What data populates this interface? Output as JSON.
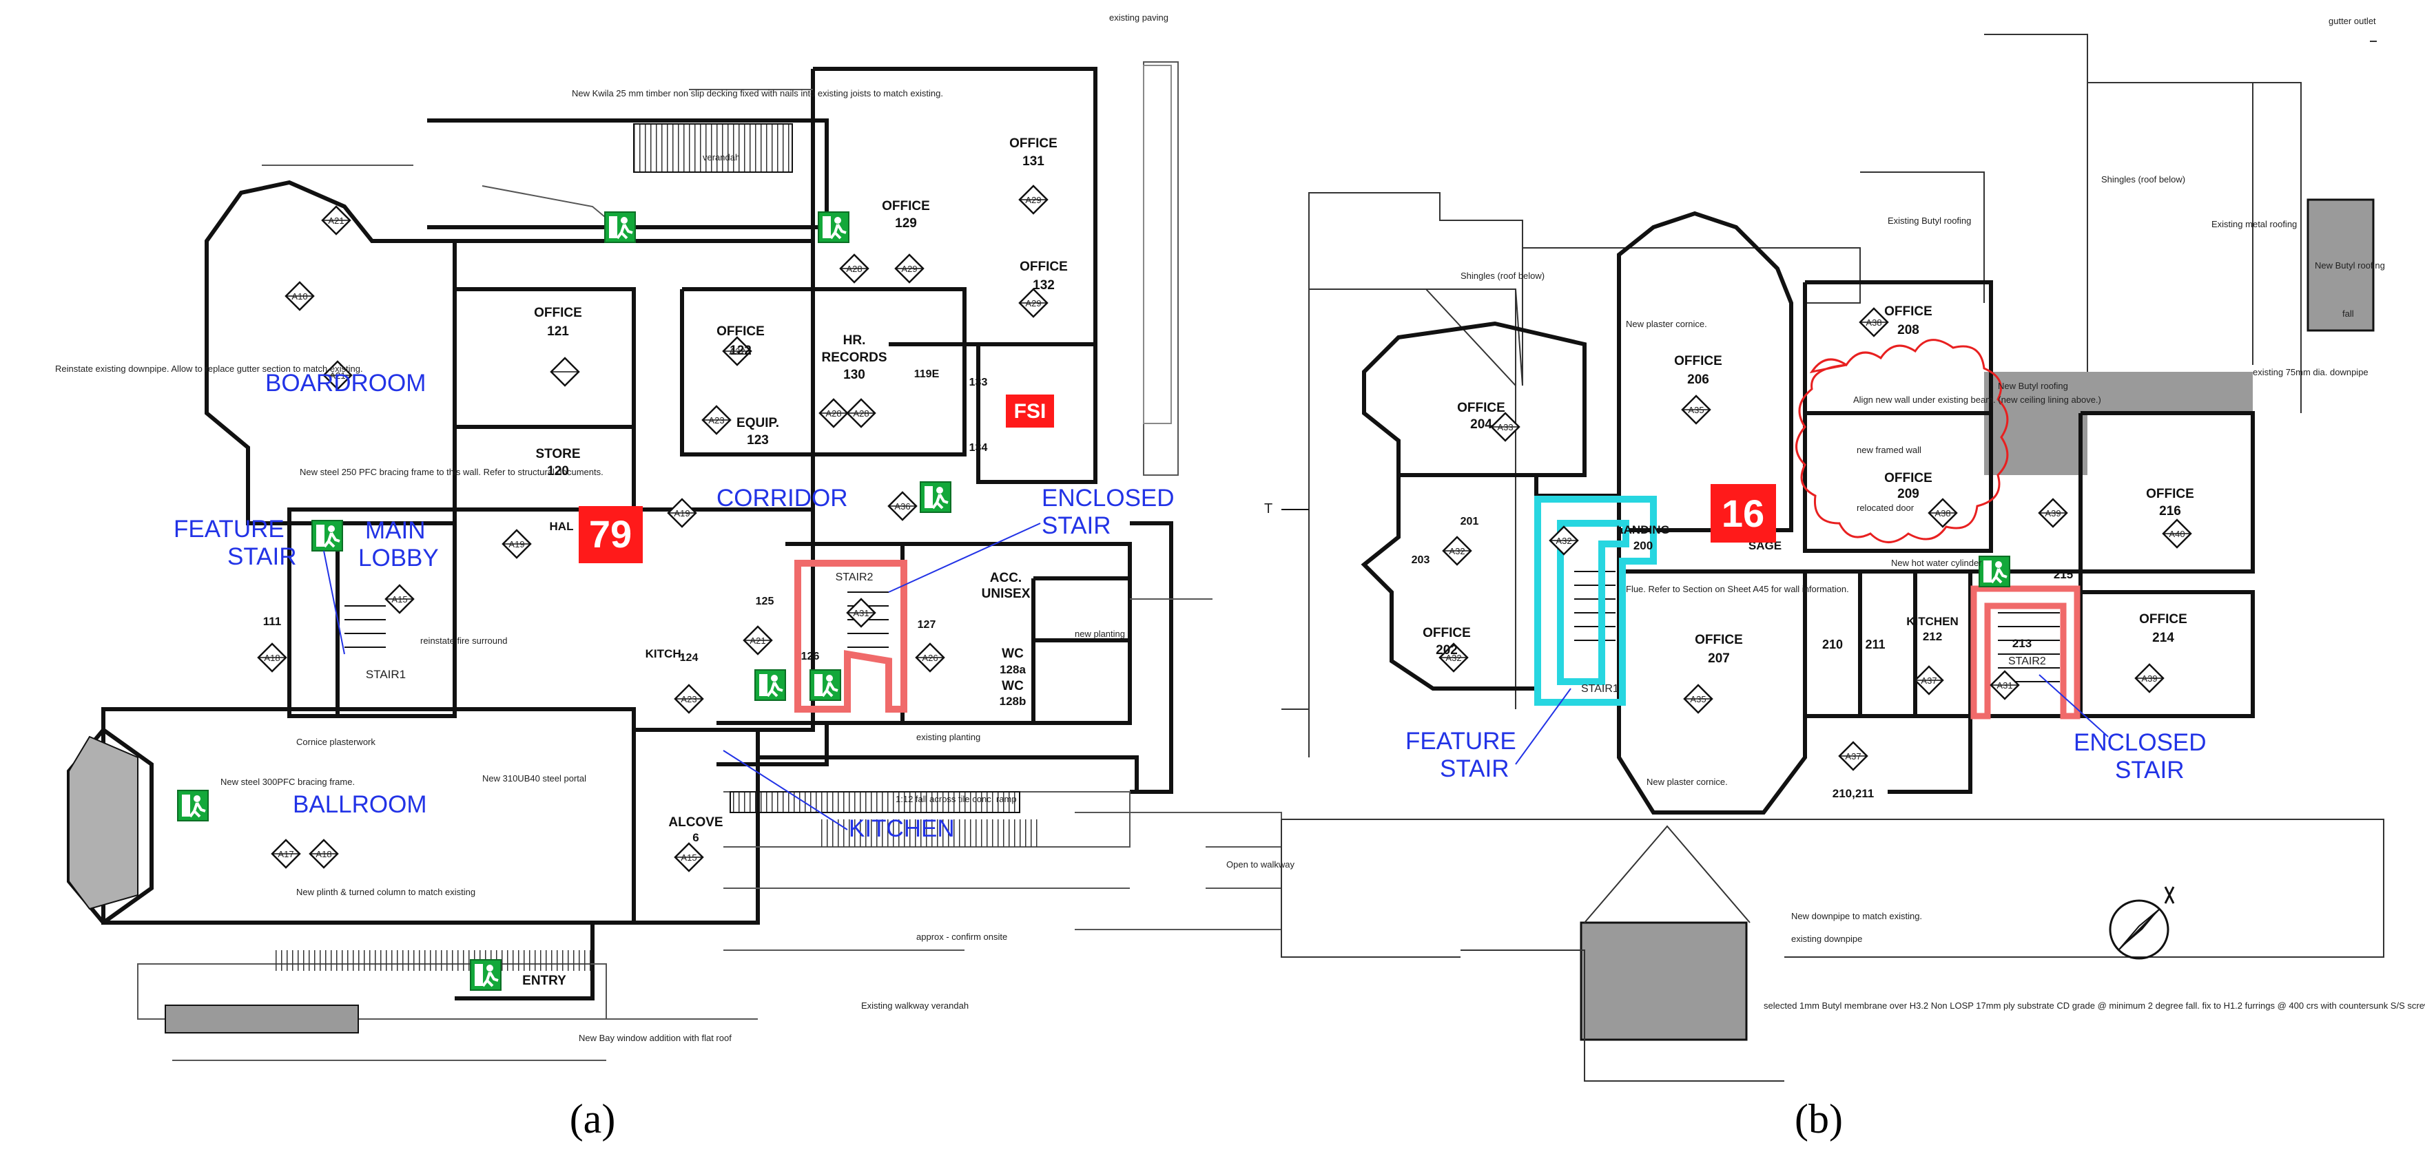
{
  "panel_a": {
    "caption": "(a)",
    "badge": "79",
    "fsi": "FSI",
    "labels_blue": {
      "boardroom": "BOARDROOM",
      "feature_stair_1": "FEATURE",
      "feature_stair_2": "STAIR",
      "main_lobby_1": "MAIN",
      "main_lobby_2": "LOBBY",
      "corridor": "CORRIDOR",
      "enclosed_stair_1": "ENCLOSED",
      "enclosed_stair_2": "STAIR",
      "ballroom": "BALLROOM",
      "kitchen": "KITCHEN"
    },
    "rooms": {
      "office_131": [
        "OFFICE",
        "131"
      ],
      "office_129": [
        "OFFICE",
        "129"
      ],
      "office_132": [
        "OFFICE",
        "132"
      ],
      "office_121": [
        "OFFICE",
        "121"
      ],
      "office_122": [
        "OFFICE",
        "122"
      ],
      "hr_records": [
        "HR.",
        "RECORDS",
        "130"
      ],
      "equip": [
        "EQUIP.",
        "123"
      ],
      "store": [
        "STORE",
        "120"
      ],
      "acc_unisex": [
        "ACC.",
        "UNISEX"
      ],
      "wc_128a": [
        "WC",
        "128a"
      ],
      "wc_128b": [
        "WC",
        "128b"
      ],
      "alcove": [
        "ALCOVE",
        "6"
      ],
      "kitch": "KITCH.",
      "stair1": "STAIR1",
      "stair2": "STAIR2",
      "entry": "ENTRY",
      "hall": "HAL",
      "r111": "111",
      "r119e": "119E",
      "r133": "133",
      "r134": "134",
      "r125": "125",
      "r124": "124",
      "r126": "126",
      "r127": "127"
    },
    "tags": [
      "A21",
      "A10",
      "A21",
      "A22",
      "A28",
      "A29",
      "A29",
      "A28",
      "A29",
      "A23",
      "A28",
      "A19",
      "A15",
      "A19",
      "A21",
      "A31",
      "A26",
      "A18",
      "A23",
      "A17",
      "A18",
      "A15",
      "A36"
    ],
    "notes": {
      "n1": "New Kwila 25 mm timber non slip decking fixed with nails into existing joists to match existing.",
      "n2": "New steel 250 PFC bracing frame to this wall. Refer to structural documents.",
      "n3": "New steel 300PFC bracing frame.",
      "n4": "New 310UB40 steel portal",
      "n5": "Cornice plasterwork",
      "n6": "New plinth & turned column to match existing",
      "n7": "New Bay window addition with flat roof",
      "n8": "Existing walkway verandah",
      "n9": "existing planting",
      "n10": "new planting",
      "n11": "reinstate fire surround",
      "n12": "1:12 fall across tile conc. ramp",
      "n13": "approx - confirm onsite",
      "n14": "Open to walkway",
      "n15": "existing paving",
      "n16": "verandah",
      "n17": "Reinstate existing downpipe. Allow to replace gutter section to match existing."
    }
  },
  "panel_b": {
    "caption": "(b)",
    "badge": "16",
    "labels_blue": {
      "feature_stair_1": "FEATURE",
      "feature_stair_2": "STAIR",
      "enclosed_stair_1": "ENCLOSED",
      "enclosed_stair_2": "STAIR"
    },
    "rooms": {
      "office_204": [
        "OFFICE",
        "204"
      ],
      "office_206": [
        "OFFICE",
        "206"
      ],
      "office_208": [
        "OFFICE",
        "208"
      ],
      "office_209": [
        "OFFICE",
        "209"
      ],
      "office_216": [
        "OFFICE",
        "216"
      ],
      "office_202": [
        "OFFICE",
        "202"
      ],
      "office_207": [
        "OFFICE",
        "207"
      ],
      "office_214": [
        "OFFICE",
        "214"
      ],
      "landing": [
        "LANDING",
        "200"
      ],
      "kitchen": [
        "KITCHEN",
        "212"
      ],
      "stair1": "STAIR1",
      "stair2": "STAIR2",
      "r201": "201",
      "r203": "203",
      "r210": "210",
      "r211": "211",
      "r213": "213",
      "r215": "215",
      "r210211": "210,211",
      "sage": "SAGE"
    },
    "tags": [
      "A33",
      "A35",
      "A38",
      "A38",
      "A39",
      "A40",
      "A32",
      "A32",
      "A32",
      "A35",
      "A37",
      "A31",
      "A39",
      "A37"
    ],
    "notes": {
      "n1": "Shingles (roof below)",
      "n2": "New plaster cornice.",
      "n3": "Existing Butyl roofing",
      "n4": "Shingles (roof below)",
      "n5": "Existing metal roofing",
      "n6": "New Butyl roofing",
      "n7": "Align new wall under existing beam. (new ceiling lining above.)",
      "n8": "new framed wall",
      "n9": "New hot water cylinder",
      "n10": "Flue. Refer to Section on Sheet A45 for wall information.",
      "n11": "New plaster cornice.",
      "n12": "New downpipe to match existing.",
      "n13": "existing downpipe",
      "n14": "selected 1mm Butyl membrane over H3.2 Non LOSP 17mm ply substrate CD grade @ minimum 2 degree fall. fix to H1.2 furrings @ 400 crs with countersunk S/S screws.",
      "n15": "existing 75mm dia. downpipe",
      "n16": "gutter outlet",
      "n17": "New Butyl roofing",
      "n18": "relocated door",
      "n19": "fall",
      "n20": "T"
    }
  },
  "colors": {
    "red_badge": "#ff1a1a",
    "enclosed_stair_outline": "#f06a6a",
    "feature_stair_outline": "#27d6e0",
    "blue_label": "#2233e6",
    "exit_sign": "#13a83a",
    "cloud": "#e82020",
    "roof_grey": "#9a9a9a"
  }
}
